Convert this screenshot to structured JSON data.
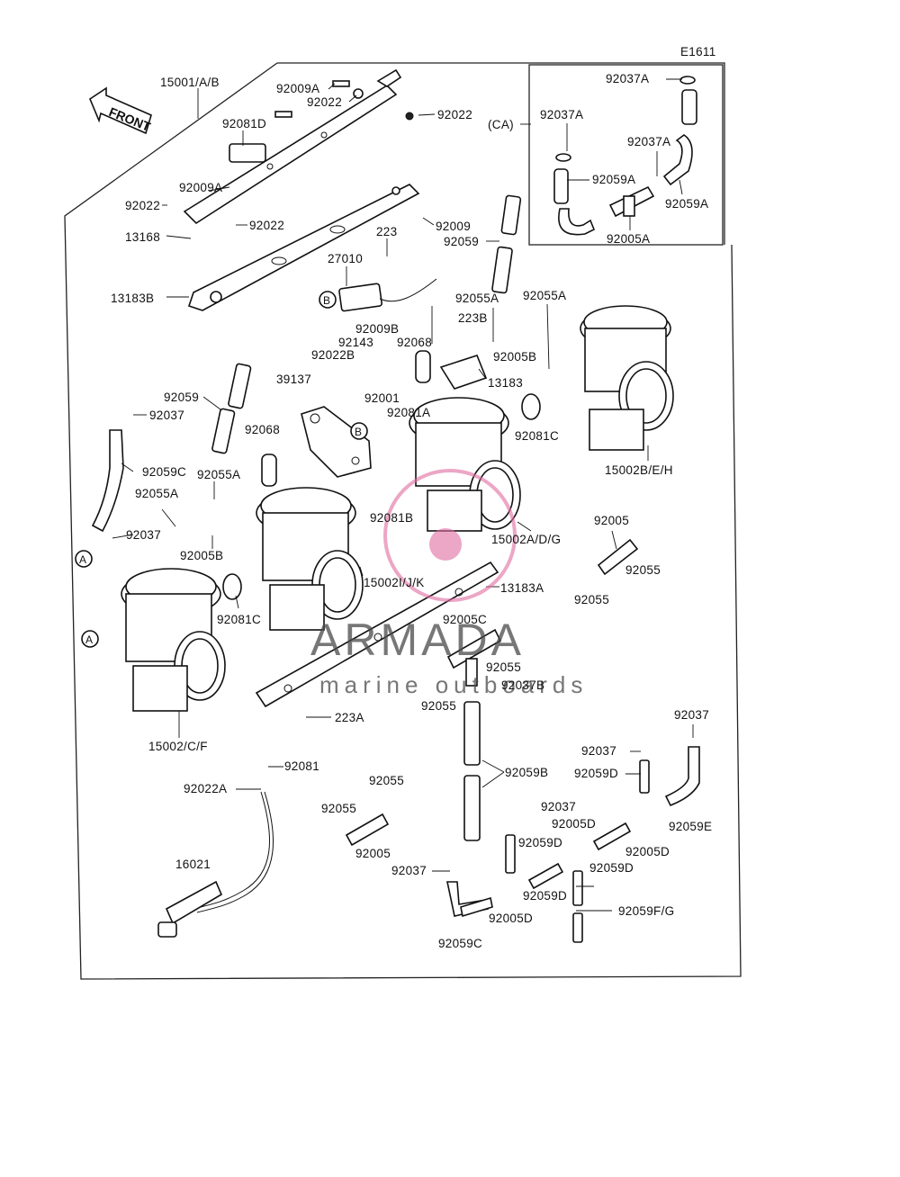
{
  "diagram": {
    "code": "E1611",
    "front_label": "FRONT",
    "ca_label": "(CA)",
    "watermark": {
      "brand": "ARMADA",
      "tagline": "marine outboards",
      "logo_color": "#e06aa0"
    },
    "callouts": {
      "c15001": "15001/A/B",
      "c92009A_top": "92009A",
      "c92022_a": "92022",
      "c92022_b": "92022",
      "c92081D": "92081D",
      "c92009A_mid": "92009A",
      "c92022_c": "92022",
      "c92022_d": "92022",
      "c13168": "13168",
      "c92009_a": "92009",
      "c92059_top": "92059",
      "c223": "223",
      "c27010": "27010",
      "c13183B": "13183B",
      "c92009B": "92009B",
      "c92143": "92143",
      "c92022B": "92022B",
      "c92068_top": "92068",
      "c223B": "223B",
      "c92055A_a": "92055A",
      "c92055A_b": "92055A",
      "c92005B_a": "92005B",
      "c13183": "13183",
      "c39137": "39137",
      "c92001": "92001",
      "c92081A": "92081A",
      "c92081C_a": "92081C",
      "c92059_left": "92059",
      "c92037_left": "92037",
      "c92068_left": "92068",
      "c92059C_a": "92059C",
      "c92055A_c": "92055A",
      "c92055A_d": "92055A",
      "c92037_b": "92037",
      "c92005B_b": "92005B",
      "c92081B": "92081B",
      "c15002BEH": "15002B/E/H",
      "c15002ADG": "15002A/D/G",
      "c92005_a": "92005",
      "c92055_a": "92055",
      "c92055_b": "92055",
      "c15002IJK": "15002I/J/K",
      "c13183A": "13183A",
      "c92081C_b": "92081C",
      "c92005C": "92005C",
      "c92055_c": "92055",
      "c92037B": "92037B",
      "c92055_d": "92055",
      "c223A": "223A",
      "c15002CF": "15002/C/F",
      "c92081": "92081",
      "c92022A": "92022A",
      "c92059B": "92059B",
      "c92055_e": "92055",
      "c92055_f": "92055",
      "c92005_b": "92005",
      "c16021": "16021",
      "c92037_c": "92037",
      "c92037_d": "92037",
      "c92059D_a": "92059D",
      "c92037_e": "92037",
      "c92005D_a": "92005D",
      "c92059D_b": "92059D",
      "c92005D_b": "92005D",
      "c92059E": "92059E",
      "c92059D_c": "92059D",
      "c92037_f": "92037",
      "c92059D_d": "92059D",
      "c92005D_c": "92005D",
      "c92059FG": "92059F/G",
      "c92059C_b": "92059C",
      "ca92037A_a": "92037A",
      "ca92037A_b": "92037A",
      "ca92037A_c": "92037A",
      "ca92059A_a": "92059A",
      "ca92059A_b": "92059A",
      "ca92005A": "92005A",
      "ref_A1": "A",
      "ref_A2": "A",
      "ref_B1": "B",
      "ref_B2": "B"
    }
  }
}
